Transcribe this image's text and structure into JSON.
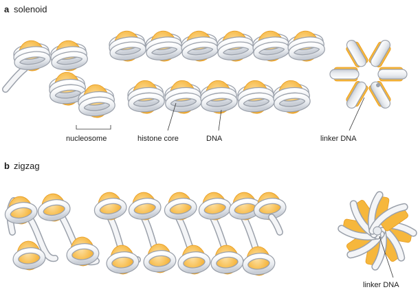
{
  "panels": [
    {
      "letter": "a",
      "title": "solenoid"
    },
    {
      "letter": "b",
      "title": "zigzag"
    }
  ],
  "labels": {
    "nucleosome": "nucleosome",
    "histone_core": "histone core",
    "dna": "DNA",
    "linker_dna_a": "linker DNA",
    "linker_dna_b": "linker DNA"
  },
  "colors": {
    "histone_core": "#f6b73c",
    "histone_core_light": "#fde2a8",
    "dna_fill": "#eef0f3",
    "dna_stroke": "#9aa0aa",
    "text": "#1a1a1a"
  }
}
